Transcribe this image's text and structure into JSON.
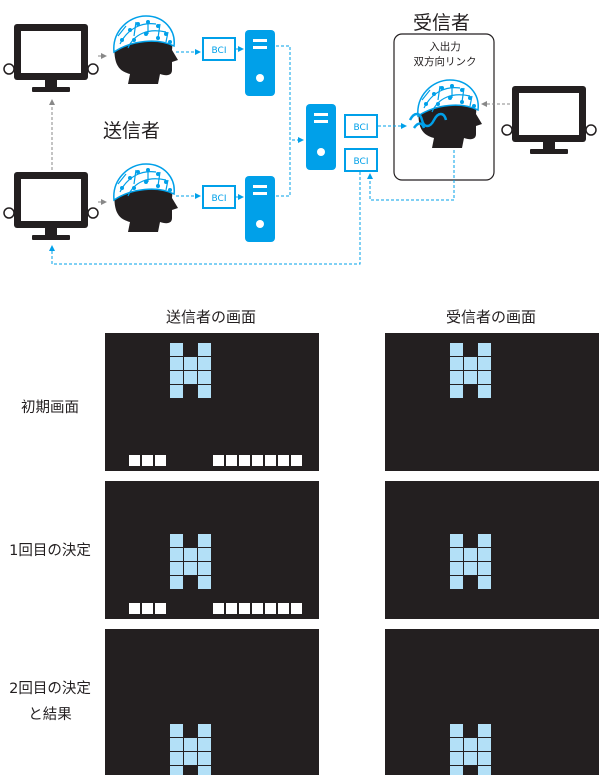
{
  "diagram": {
    "sender_label": "送信者",
    "receiver_label": "受信者",
    "bidirectional_caption_line1": "入出力",
    "bidirectional_caption_line2": "双方向リンク",
    "bci_label": "BCI",
    "colors": {
      "accent_blue": "#00a0e9",
      "dark": "#231f20",
      "cell_blue": "#b3e0f7"
    }
  },
  "screens": {
    "sender_header": "送信者の画面",
    "receiver_header": "受信者の画面",
    "rows": [
      {
        "label_line1": "初期画面",
        "label_line2": "",
        "piece": "top",
        "show_target": true
      },
      {
        "label_line1": "1回目の決定",
        "label_line2": "",
        "piece": "middle",
        "show_target": true
      },
      {
        "label_line1": "2回目の決定",
        "label_line2": "と結果",
        "piece": "bottom",
        "show_target": false
      }
    ]
  }
}
